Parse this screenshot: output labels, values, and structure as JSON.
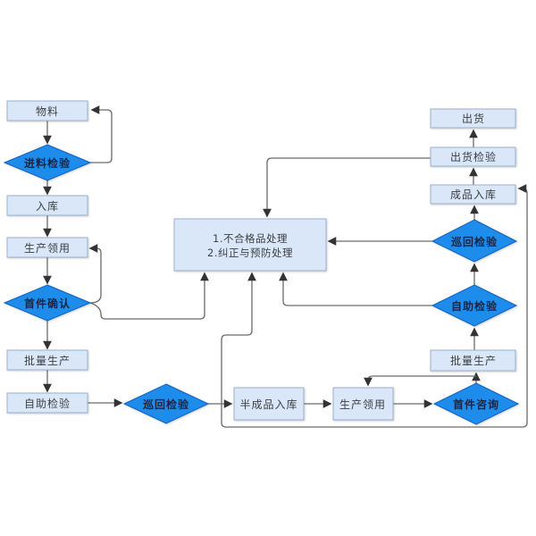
{
  "colors": {
    "process_fill": "#dae7f8",
    "process_border": "#9bb0cf",
    "decision_fill": "#1e8ceb",
    "decision_border": "#1060c0",
    "connector": "#6b6b6b",
    "background": "#ffffff"
  },
  "nodes": {
    "material": {
      "label": "物料",
      "type": "process"
    },
    "incoming_inspection": {
      "label": "进料检验",
      "type": "decision"
    },
    "warehouse_in": {
      "label": "入库",
      "type": "process"
    },
    "production_requisition": {
      "label": "生产领用",
      "type": "process"
    },
    "first_article_confirm": {
      "label": "首件确认",
      "type": "decision"
    },
    "batch_production": {
      "label": "批量生产",
      "type": "process"
    },
    "self_inspection": {
      "label": "自助检验",
      "type": "process"
    },
    "patrol_inspection": {
      "label": "巡回检验",
      "type": "decision"
    },
    "semi_finished_in": {
      "label": "半成品入库",
      "type": "process"
    },
    "production_requisition_2": {
      "label": "生产领用",
      "type": "process"
    },
    "first_article_consult": {
      "label": "首件咨询",
      "type": "decision"
    },
    "batch_production_2": {
      "label": "批量生产",
      "type": "process"
    },
    "self_inspection_2": {
      "label": "自助检验",
      "type": "decision"
    },
    "patrol_inspection_2": {
      "label": "巡回检验",
      "type": "decision"
    },
    "finished_goods_in": {
      "label": "成品入库",
      "type": "process"
    },
    "shipment_inspection": {
      "label": "出货检验",
      "type": "process"
    },
    "shipment": {
      "label": "出货",
      "type": "process"
    },
    "nonconforming": {
      "line1": "1.不合格品处理",
      "line2": "2.纠正与预防处理",
      "type": "process"
    }
  }
}
